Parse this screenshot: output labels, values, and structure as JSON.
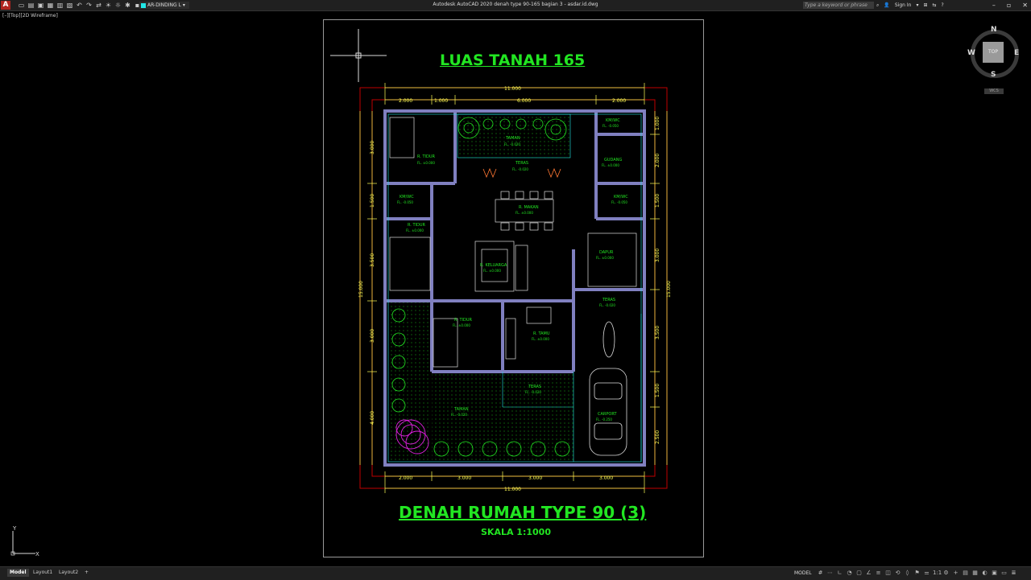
{
  "app": {
    "logo_letter": "A",
    "window_title": "Autodesk AutoCAD 2020   denah type 90-165 bagian 3 - asdar.id.dwg",
    "layer_name": "AR-DINDING L",
    "search_placeholder": "Type a keyword or phrase",
    "sign_in": "Sign In",
    "view_label": "[–][Top][2D Wireframe]"
  },
  "drawing": {
    "title_land": "LUAS TANAH 165",
    "title_plan": "DENAH RUMAH TYPE 90 (3)",
    "scale": "SKALA 1:1000",
    "dims_top": [
      "11.000",
      "2.000",
      "1.000",
      "6.000",
      "2.000"
    ],
    "dims_bottom": [
      "2.000",
      "3.000",
      "3.000",
      "3.000",
      "11.000"
    ],
    "dims_left": [
      "3.000",
      "1.500",
      "3.500",
      "3.000",
      "4.000",
      "15.000"
    ],
    "dims_right": [
      "1.000",
      "2.000",
      "1.500",
      "3.000",
      "3.500",
      "1.500",
      "2.500",
      "15.000"
    ],
    "rooms": [
      {
        "name": "R. TIDUR",
        "level": "FL. ±0.000"
      },
      {
        "name": "TAMAN",
        "level": "FL. -0.020"
      },
      {
        "name": "TERAS",
        "level": "FL. -0.020"
      },
      {
        "name": "KM/WC",
        "level": "FL. -0.050"
      },
      {
        "name": "GUDANG",
        "level": "FL. ±0.000"
      },
      {
        "name": "KM/WC",
        "level": "FL. -0.050"
      },
      {
        "name": "KM/WC",
        "level": "FL. -0.050"
      },
      {
        "name": "R. MAKAN",
        "level": "FL. ±0.000"
      },
      {
        "name": "R. TIDUR",
        "level": "FL. ±0.000"
      },
      {
        "name": "R. KELUARGA",
        "level": "FL. ±0.000"
      },
      {
        "name": "DAPUR",
        "level": "FL. ±0.000"
      },
      {
        "name": "TERAS",
        "level": "FL. -0.020"
      },
      {
        "name": "R. TIDUR",
        "level": "FL. ±0.000"
      },
      {
        "name": "R. TAMU",
        "level": "FL. ±0.000"
      },
      {
        "name": "TERAS",
        "level": "FL. -0.020"
      },
      {
        "name": "TAMAN",
        "level": "FL. -0.020"
      },
      {
        "name": "CARPORT",
        "level": "FL. -0.250"
      }
    ]
  },
  "compass": {
    "north": "N",
    "south": "S",
    "east": "E",
    "west": "W",
    "view": "TOP",
    "wcs": "WCS"
  },
  "ucs": {
    "x": "X",
    "y": "Y"
  },
  "status": {
    "tabs": [
      "Model",
      "Layout1",
      "Layout2",
      "+"
    ],
    "mode": "MODEL",
    "scale": "1:1"
  },
  "colors": {
    "plan_text": "#22e622",
    "dims": "#ffff55",
    "walls": "#8080c0",
    "boundary": "#c00000",
    "cyan": "#21e7e7",
    "plant_pink": "#e020e0"
  }
}
